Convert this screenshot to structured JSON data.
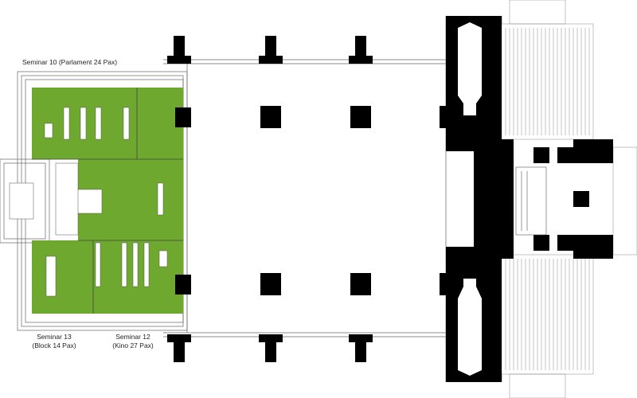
{
  "colors": {
    "room": "#6ea82f",
    "wall": "#000000",
    "line": "#555555"
  },
  "rooms": [
    {
      "name": "Seminar 10",
      "detail": "(Parlament 24 Pax)"
    },
    {
      "name": "Seminar 13",
      "detail": "(Block 14 Pax)"
    },
    {
      "name": "Seminar 12",
      "detail": "(Kino 27 Pax)"
    }
  ]
}
